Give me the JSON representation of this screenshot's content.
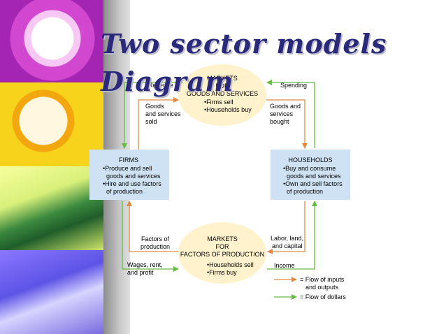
{
  "slide": {
    "title_line1": "Two sector models",
    "title_line2": "Diagram"
  },
  "diagram": {
    "goods_market": {
      "line1": "MARKETS",
      "line2": "FOR",
      "line3": "GOODS AND SERVICES",
      "bullet1": "•Firms sell",
      "bullet2": "•Households buy"
    },
    "factor_market": {
      "line1": "MARKETS",
      "line2": "FOR",
      "line3": "FACTORS OF PRODUCTION",
      "bullet1": "•Households sell",
      "bullet2": "•Firms buy"
    },
    "firms": {
      "title": "FIRMS",
      "line1": "•Produce and sell",
      "line2": "goods and services",
      "line3": "•Hire and use factors",
      "line4": "of production"
    },
    "households": {
      "title": "HOUSEHOLDS",
      "line1": "•Buy and consume",
      "line2": "goods and services",
      "line3": "•Own and sell factors",
      "line4": "of production"
    },
    "labels": {
      "revenue": "Revenue",
      "goods_sold_1": "Goods",
      "goods_sold_2": "and services",
      "goods_sold_3": "sold",
      "spending": "Spending",
      "goods_bought_1": "Goods and",
      "goods_bought_2": "services",
      "goods_bought_3": "bought",
      "factors_1": "Factors of",
      "factors_2": "production",
      "wages_1": "Wages, rent,",
      "wages_2": "and profit",
      "labor_1": "Labor, land,",
      "labor_2": "and capital",
      "income": "Income"
    },
    "legend": {
      "inputs_1": "= Flow of inputs",
      "inputs_2": "and outputs",
      "dollars": "= Flow of dollars"
    },
    "colors": {
      "box_fill": "#cfe2f3",
      "market_fill": "#fff2cc",
      "input_arrow": "#e28a43",
      "dollar_arrow": "#66bb44"
    }
  }
}
